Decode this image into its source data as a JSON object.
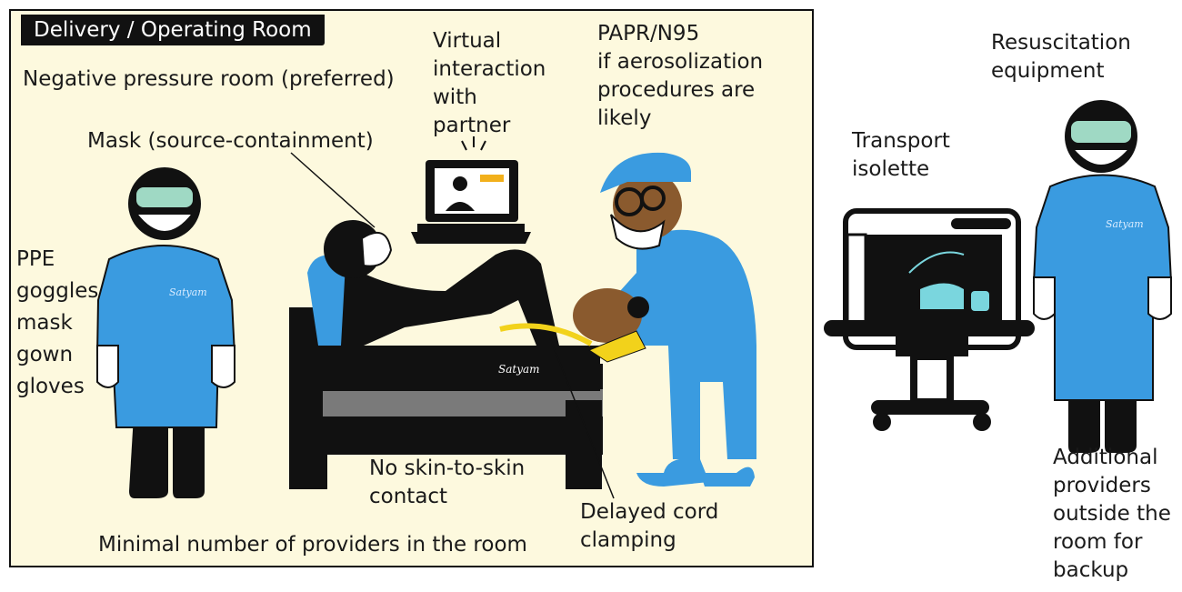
{
  "room_title": "Delivery / Operating Room",
  "labels": {
    "negative_pressure": "Negative pressure room (preferred)",
    "mask_source": "Mask (source-containment)",
    "virtual": [
      "Virtual",
      "interaction",
      "with",
      "partner"
    ],
    "papr": [
      "PAPR/N95",
      "if aerosolization",
      "procedures are",
      "likely"
    ],
    "resus": [
      "Resuscitation",
      "equipment"
    ],
    "transport": [
      "Transport",
      "isolette"
    ],
    "ppe": [
      "PPE",
      "goggles",
      "mask",
      "gown",
      "gloves"
    ],
    "no_skin": [
      "No skin-to-skin",
      "contact"
    ],
    "delayed_cord": [
      "Delayed cord",
      "clamping"
    ],
    "minimal": "Minimal number of providers in the room",
    "additional": [
      "Additional",
      "providers",
      "outside the",
      "room for",
      "backup"
    ]
  },
  "gown_signature": "Satyam",
  "bed_signature": "Satyam",
  "colors": {
    "room_bg": "#fdf9de",
    "gown_blue": "#3a9be0",
    "black": "#111111",
    "bed_gray": "#7a7a7a",
    "cord_yellow": "#f2d21b",
    "skin_brown": "#8a5a2e",
    "goggle_teal": "#9fd9c4"
  }
}
